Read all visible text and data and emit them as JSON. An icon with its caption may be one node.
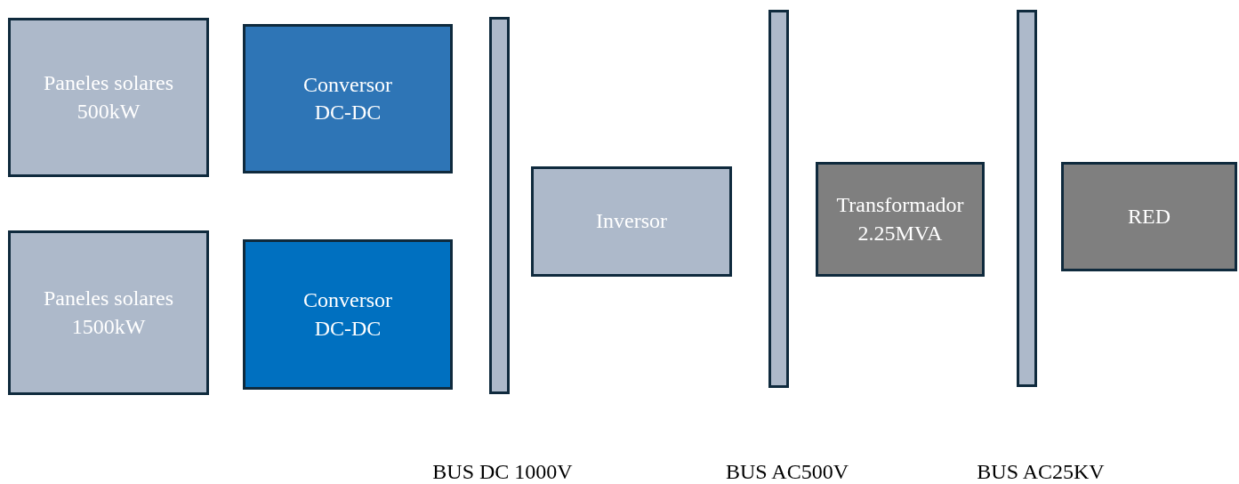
{
  "diagram": {
    "nodes": [
      {
        "text": [
          "Paneles solares 500kW"
        ]
      },
      {
        "text": [
          "Conversor DC-DC"
        ]
      },
      {
        "text": [
          "Paneles solares 1500kW"
        ]
      },
      {
        "text": [
          "Conversor DC-DC"
        ]
      },
      {
        "text": [],
        "shape": "bar",
        "beside": [
          "BUS DC 1000V"
        ]
      },
      {
        "text": [
          "Inversor"
        ]
      },
      {
        "text": [],
        "shape": "bar",
        "beside": [
          "BUS AC500V"
        ]
      },
      {
        "text": [
          "Transformador 2.25MVA"
        ]
      },
      {
        "text": [],
        "shape": "bar",
        "beside": [
          "BUS AC25KV"
        ]
      },
      {
        "text": [
          "RED"
        ]
      }
    ]
  }
}
